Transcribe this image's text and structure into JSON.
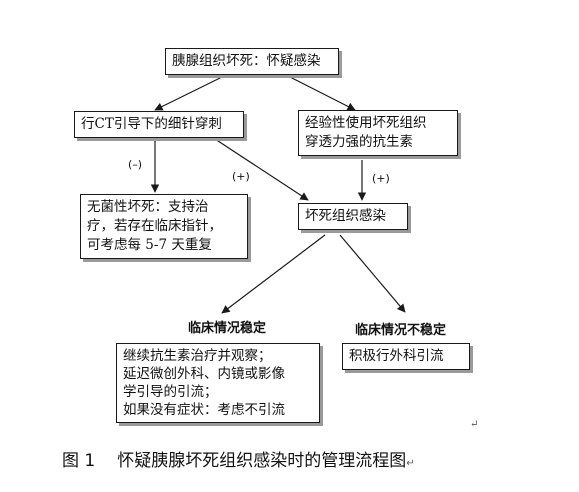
{
  "nodes": {
    "root": {
      "lines": [
        "胰腺组织坏死：怀疑感染"
      ]
    },
    "fna": {
      "lines": [
        "行CT引导下的细针穿刺"
      ]
    },
    "empiric": {
      "lines": [
        "经验性使用坏死组织",
        "穿透力强的抗生素"
      ]
    },
    "sterile": {
      "lines": [
        "无菌性坏死：支持治",
        "疗，若存在临床指针，",
        "可考虑每 5-7 天重复"
      ]
    },
    "infected": {
      "lines": [
        "坏死组织感染"
      ]
    },
    "stable_box": {
      "lines": [
        "继续抗生素治疗并观察；",
        "延迟微创外科、内镜或影像",
        "学引导的引流；",
        "如果没有症状：考虑不引流"
      ]
    },
    "unstable_box": {
      "lines": [
        "积极行外科引流"
      ]
    }
  },
  "labels": {
    "stable": "临床情况稳定",
    "unstable": "临床情况不稳定",
    "neg": "(–)",
    "pos1": "(+)",
    "pos2": "(+)"
  },
  "marks": {
    "return1": "↵",
    "return2": "↵"
  },
  "caption": {
    "number": "图 1",
    "title": "怀疑胰腺坏死组织感染时的管理流程图"
  }
}
